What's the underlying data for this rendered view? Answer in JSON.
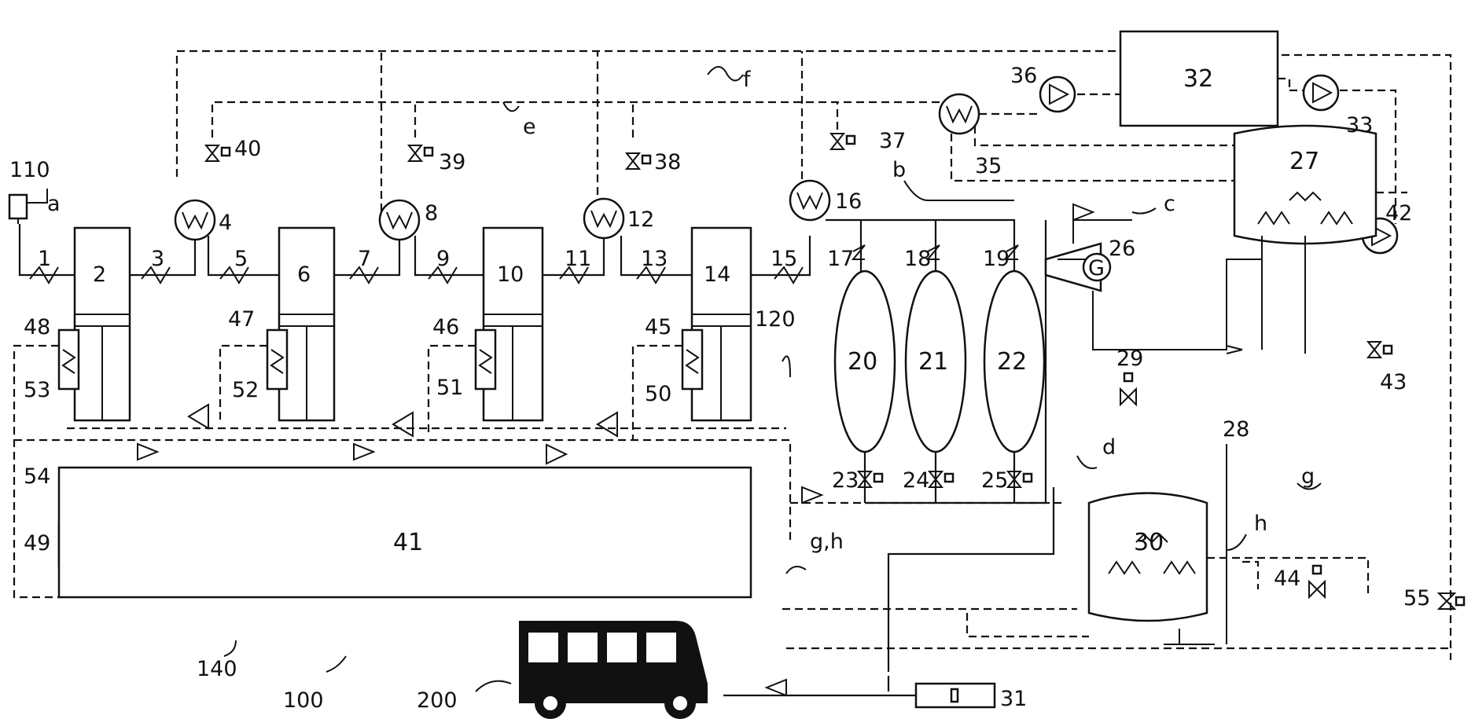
{
  "labels": {
    "n110": "110",
    "a": "a",
    "b": "b",
    "c": "c",
    "d": "d",
    "e": "e",
    "f": "f",
    "g": "g",
    "gh": "g,h",
    "h": "h",
    "n1": "1",
    "n2": "2",
    "n3": "3",
    "n4": "4",
    "n5": "5",
    "n6": "6",
    "n7": "7",
    "n8": "8",
    "n9": "9",
    "n10": "10",
    "n11": "11",
    "n12": "12",
    "n13": "13",
    "n14": "14",
    "n15": "15",
    "n16": "16",
    "n17": "17",
    "n18": "18",
    "n19": "19",
    "n20": "20",
    "n21": "21",
    "n22": "22",
    "n23": "23",
    "n24": "24",
    "n25": "25",
    "n26": "26",
    "n27": "27",
    "n28": "28",
    "n29": "29",
    "n30": "30",
    "n31": "31",
    "n32": "32",
    "n33": "33",
    "n35": "35",
    "n36": "36",
    "n37": "37",
    "n38": "38",
    "n39": "39",
    "n40": "40",
    "n41": "41",
    "n42": "42",
    "n43": "43",
    "n44": "44",
    "n45": "45",
    "n46": "46",
    "n47": "47",
    "n48": "48",
    "n49": "49",
    "n50": "50",
    "n51": "51",
    "n52": "52",
    "n53": "53",
    "n54": "54",
    "n55": "55",
    "n100": "100",
    "n120": "120",
    "n140": "140",
    "n200": "200",
    "generator": "G"
  }
}
